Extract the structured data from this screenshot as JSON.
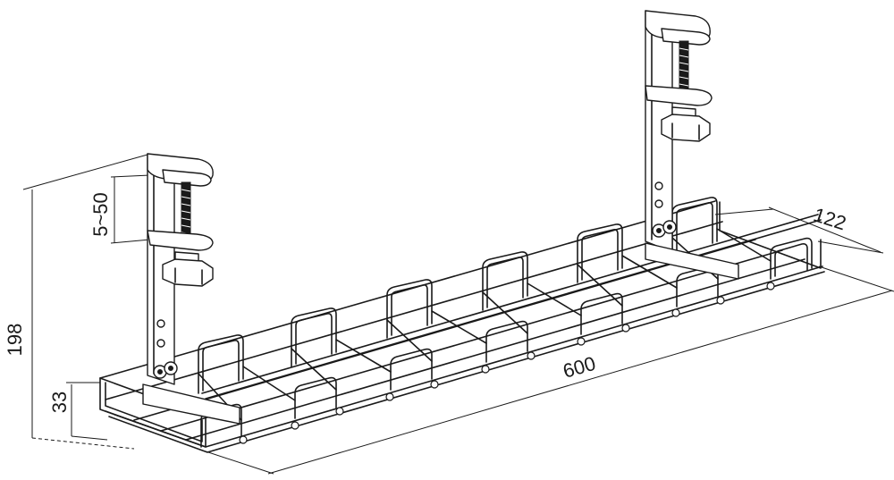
{
  "dimensions": {
    "total_height": "198",
    "clamp_range": "5~50",
    "basket_height": "33",
    "length": "600",
    "depth": "122"
  },
  "colors": {
    "line": "#1a1a1a",
    "background": "#ffffff"
  }
}
